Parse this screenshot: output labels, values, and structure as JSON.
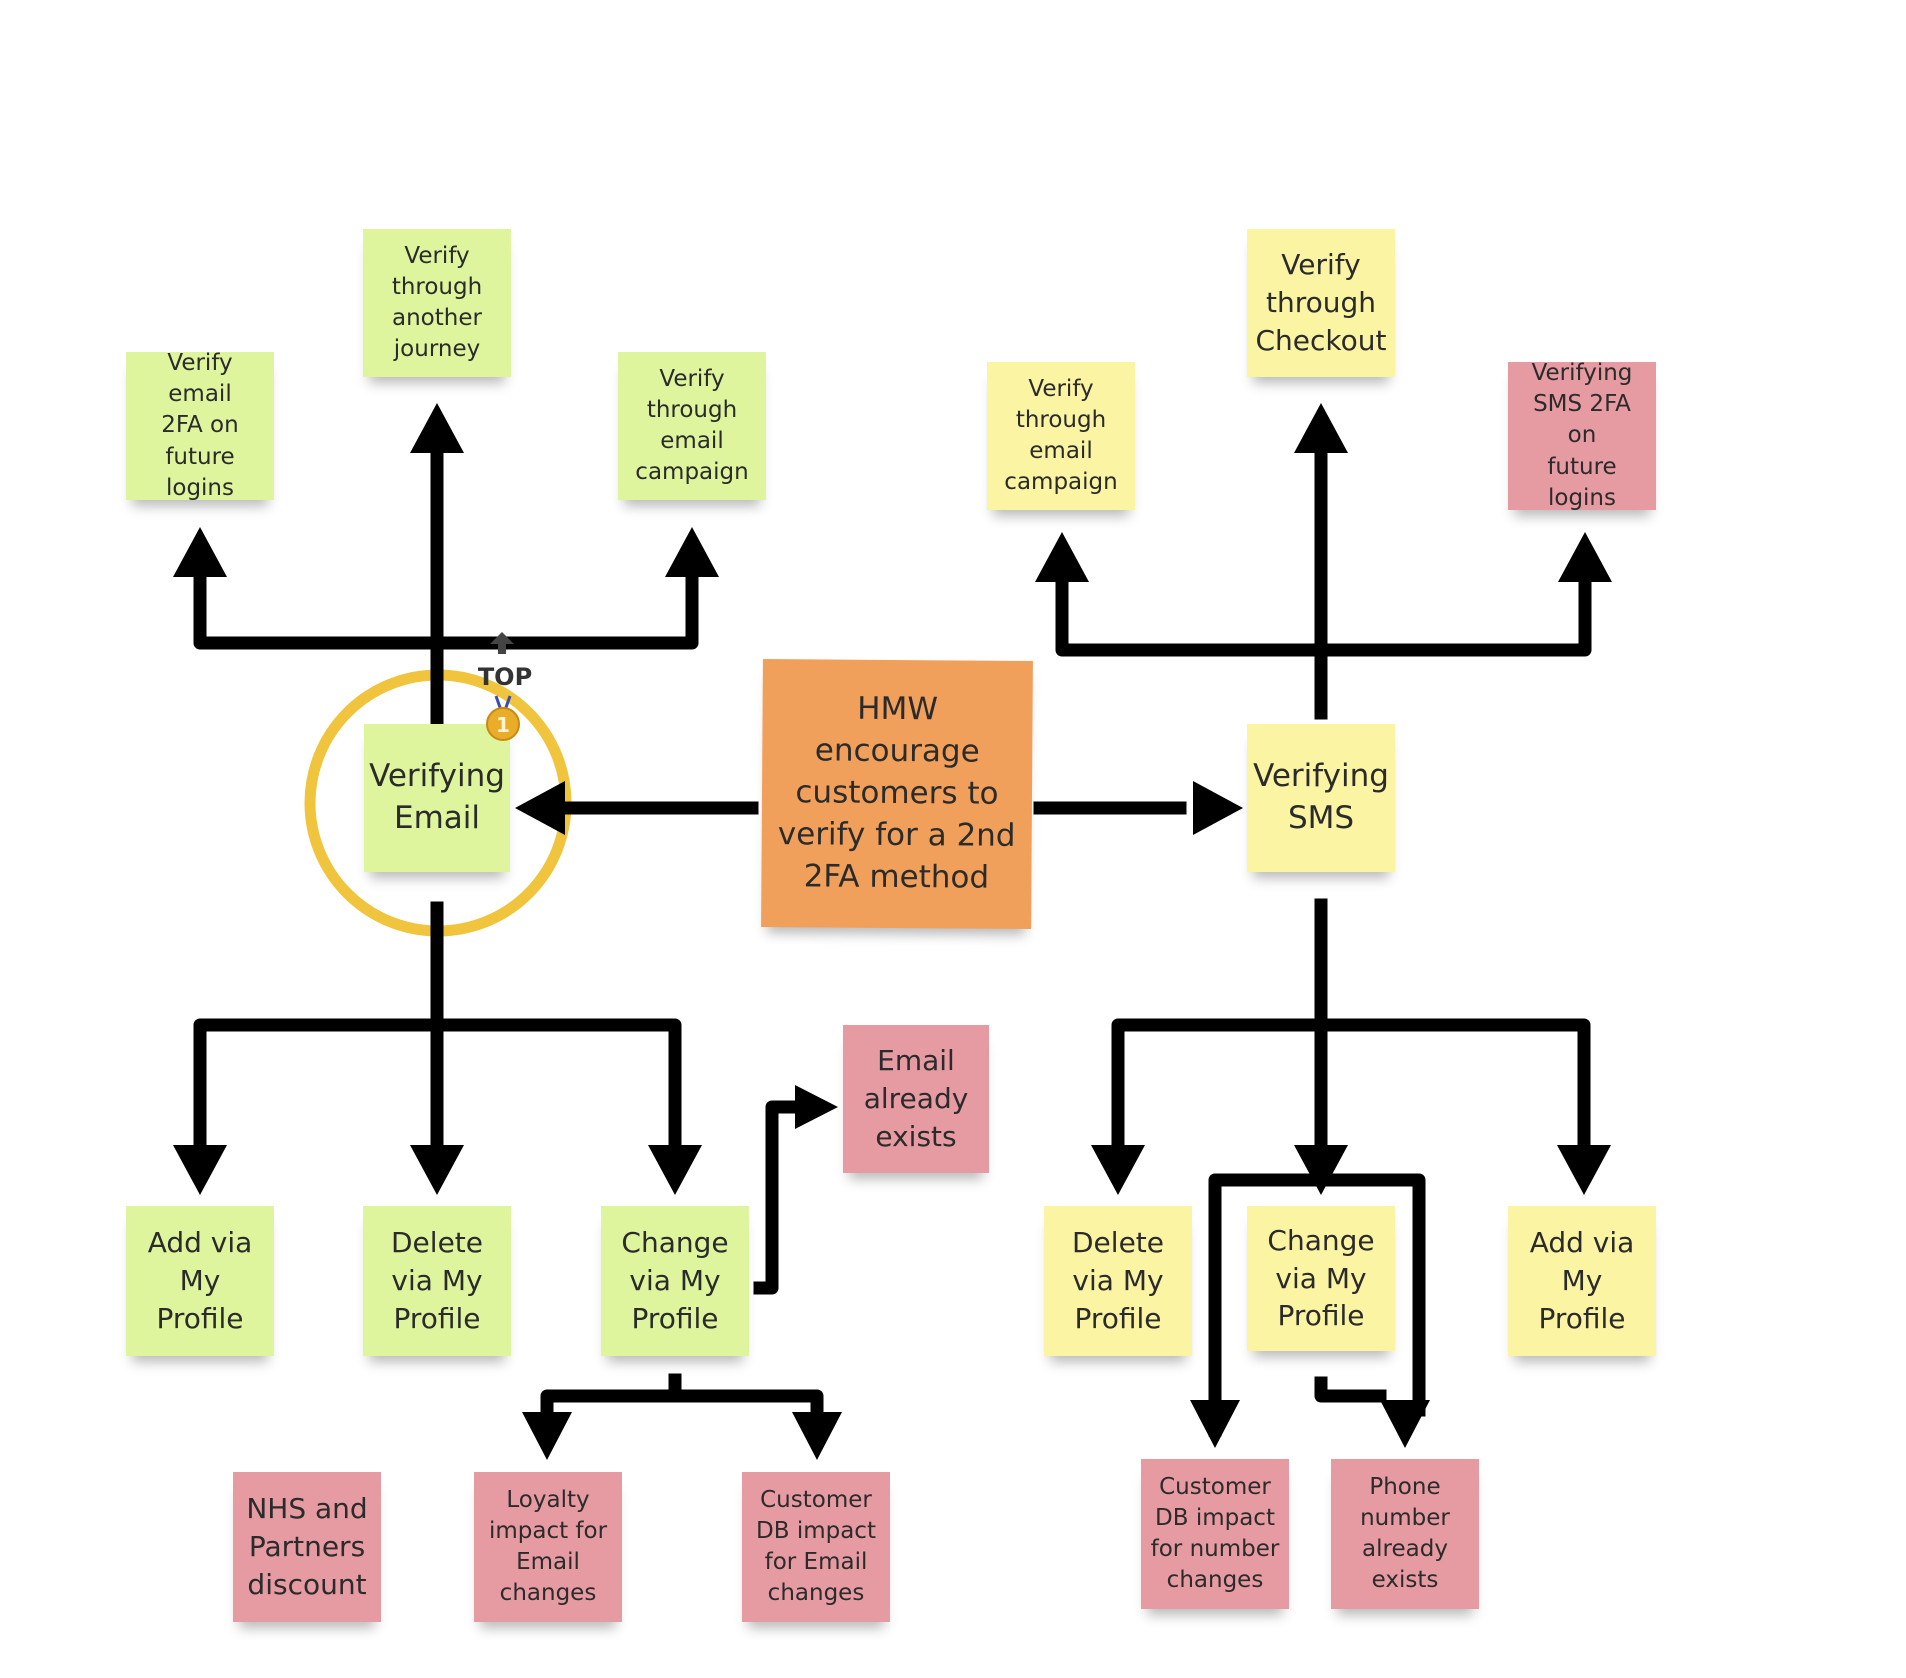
{
  "board": {
    "center_note": "HMW\nencourage\ncustomers to\nverify for a 2nd\n2FA method",
    "email_branch": {
      "main": "Verifying\nEmail",
      "top_notes": [
        "Verify email\n2FA on\nfuture\nlogins",
        "Verify\nthrough\nanother\njourney",
        "Verify\nthrough\nemail\ncampaign"
      ],
      "bottom_notes": [
        "Add via\nMy\nProfile",
        "Delete\nvia My\nProfile",
        "Change\nvia My\nProfile"
      ],
      "email_exists": "Email\nalready\nexists",
      "impact_notes": [
        "Loyalty\nimpact for\nEmail\nchanges",
        "Customer\nDB impact\nfor Email\nchanges"
      ],
      "nhs_note": "NHS and\nPartners\ndiscount"
    },
    "sms_branch": {
      "main": "Verifying\nSMS",
      "top_notes": [
        "Verify\nthrough\nemail\ncampaign",
        "Verify\nthrough\nCheckout",
        "Verifying\nSMS 2FA on\nfuture\nlogins"
      ],
      "bottom_notes": [
        "Delete\nvia My\nProfile",
        "Change\nvia My\nProfile",
        "Add via\nMy\nProfile"
      ],
      "impact_notes": [
        "Customer\nDB impact\nfor number\nchanges",
        "Phone\nnumber\nalready\nexists"
      ]
    },
    "top_badge": {
      "label": "TOP",
      "rank": "1"
    },
    "colors": {
      "green": "#dff59d",
      "yellow": "#fbf4a3",
      "pink": "#e69aa2",
      "orange": "#f0a05a",
      "highlight_ring": "#f0c43c",
      "connector": "#000000"
    }
  }
}
